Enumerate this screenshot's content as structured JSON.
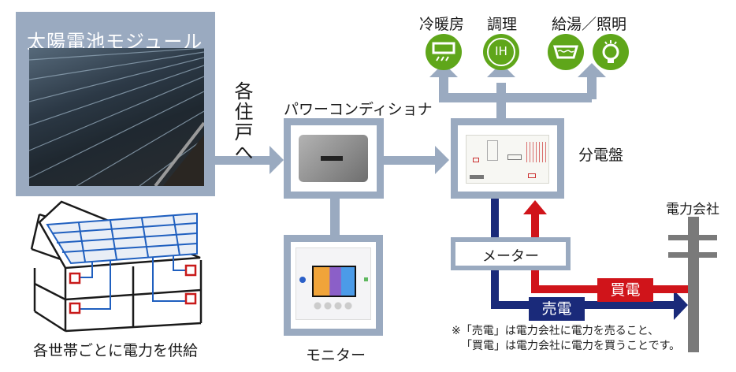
{
  "solar_module": {
    "title": "太陽電池モジュール"
  },
  "to_each_unit": {
    "label": "各住戸へ"
  },
  "power_conditioner": {
    "label": "パワーコンディショナ"
  },
  "monitor": {
    "label": "モニター"
  },
  "distribution_board": {
    "label": "分電盤"
  },
  "meter": {
    "label": "メーター"
  },
  "power_company": {
    "label": "電力会社"
  },
  "appliances": [
    {
      "label": "冷暖房",
      "icon": "air-conditioner-icon"
    },
    {
      "label": "調理",
      "icon": "ih-cooktop-icon",
      "glyph": "IH"
    },
    {
      "label": "給湯／照明",
      "icons": [
        "bathtub-icon",
        "light-bulb-icon"
      ]
    }
  ],
  "flows": {
    "buy": {
      "label": "買電",
      "color": "#d0141a"
    },
    "sell": {
      "label": "売電",
      "color": "#1a2a7a"
    }
  },
  "house": {
    "caption": "各世帯ごとに電力を供給"
  },
  "footnote": {
    "line1": "※「売電」は電力会社に電力を売ること、",
    "line2": "「買電」は電力会社に電力を買うことです。"
  },
  "colors": {
    "connector": "#9aaac0",
    "appliance_green": "#5fa61a",
    "buy_red": "#d0141a",
    "sell_navy": "#1a2a7a",
    "pole_gray": "#7a7a7a"
  }
}
